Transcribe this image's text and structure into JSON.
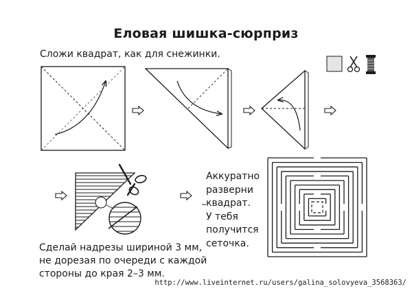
{
  "title": "Еловая шишка-сюрприз",
  "step1_text": "Сложи квадрат, как для снежинки.",
  "right_text_lines": [
    "Аккуратно",
    "разверни",
    "квадрат.",
    "У тебя",
    "получится",
    "сеточка."
  ],
  "bottom_text_lines": [
    "Сделай надрезы шириной 3 мм,",
    "не дорезая по очереди с каждой",
    "стороны до края 2–3 мм."
  ],
  "watermark": "http://www.liveinternet.ru/users/galina_solovyeva_3568363/",
  "icons": [
    "paper-square-icon",
    "scissors-icon",
    "thread-spool-icon"
  ],
  "colors": {
    "ink": "#1a1a1a",
    "paper": "#ffffff",
    "swatch": "#e6e6e6"
  }
}
